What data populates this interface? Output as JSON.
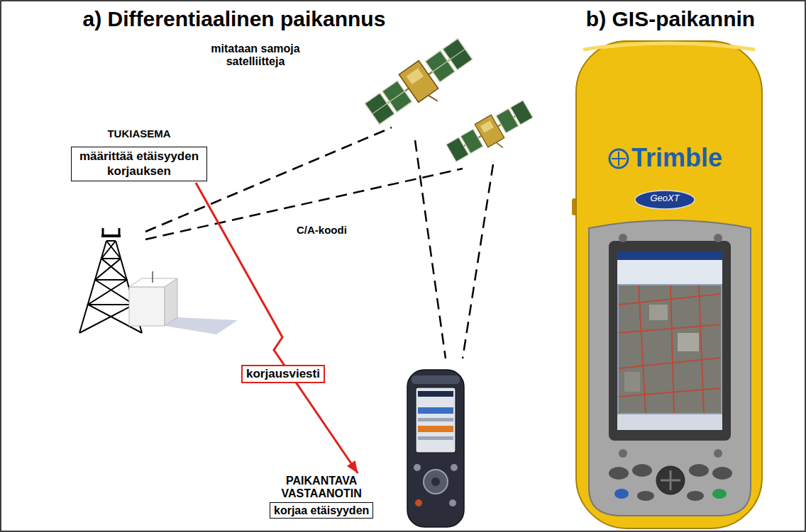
{
  "diagram": {
    "nodes": [
      {
        "text": [
          "TUKIASEMA",
          "määrittää etäisyyden korjauksen"
        ]
      },
      {
        "text": [
          "PAIKANTAVA VASTAANOTIN",
          "korjaa etäisyyden"
        ]
      }
    ],
    "edges": [
      {
        "from": 0,
        "to": 1,
        "arrow": "to",
        "label": "korjausviesti"
      }
    ],
    "labels": [
      "a) Differentiaalinen paikannus",
      "b) GIS-paikannin",
      "mitataan samoja satelliitteja",
      "C/A-koodi",
      "Trimble",
      "GeoXT"
    ]
  }
}
